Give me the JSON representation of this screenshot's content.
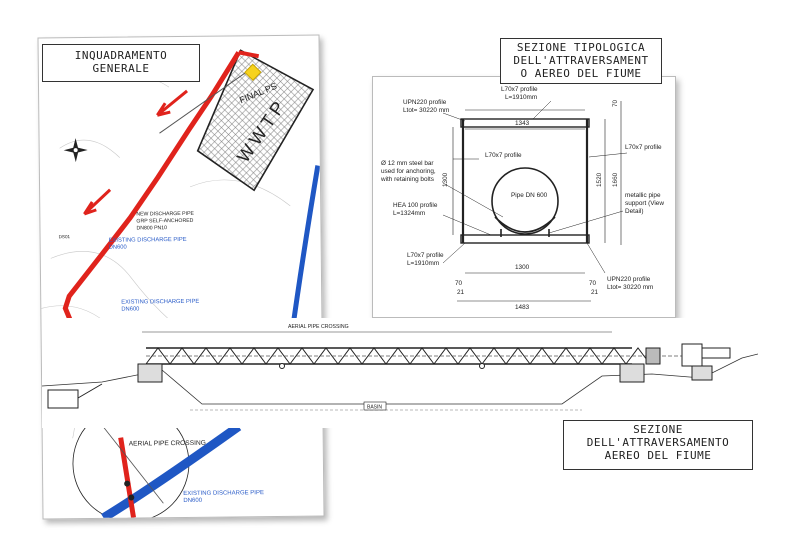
{
  "captions": {
    "map": [
      "INQUADRAMENTO",
      "GENERALE"
    ],
    "typical": [
      "SEZIONE TIPOLOGICA",
      "DELL'ATTRAVERSAMENT",
      "O AEREO DEL FIUME"
    ],
    "elevation": [
      "SEZIONE",
      "DELL'ATTRAVERSAMENTO",
      "AEREO DEL FIUME"
    ]
  },
  "map": {
    "final_ps": "FINAL PS",
    "wwtp": "WWTP",
    "new_pipe": [
      "NEW DISCHARGE PIPE",
      "GRP SELF-ANCHORED",
      "DN800 PN10"
    ],
    "existing_pipe_1": [
      "EXISTING DISCHARGE PIPE",
      "DN600"
    ],
    "existing_pipe_2": [
      "EXISTING DISCHARGE PIPE",
      "DN600"
    ],
    "existing_pipe_3": [
      "EXISTING DISCHARGE PIPE",
      "DN600"
    ],
    "aerial_crossing": "AERIAL PIPE CROSSING",
    "ds_label": "DS01",
    "colors": {
      "new_pipe": "#e0231c",
      "existing_pipe": "#1f57c4",
      "label_blue": "#2a5cc8"
    }
  },
  "section": {
    "upn_top": [
      "UPN220 profile",
      "Ltot= 30220 mm"
    ],
    "l70_top": [
      "L70x7 profile",
      "L=1910mm"
    ],
    "l70_right": "L70x7 profile",
    "l70_mid": "L70x7 profile",
    "steel_bar": [
      "Ø 12 mm steel bar",
      "used for anchoring,",
      "with retaining bolts"
    ],
    "pipe": "Pipe DN 600",
    "hea": [
      "HEA 100 profile",
      "L=1324mm"
    ],
    "l70_bottom": [
      "L70x7 profile",
      "L=1910mm"
    ],
    "support": [
      "metallic pipe",
      "support (View",
      "Detail)"
    ],
    "upn_bottom": [
      "UPN220 profile",
      "Ltot= 30220 mm"
    ],
    "dims": {
      "top_inner": "1343",
      "height_inner": "1300",
      "height_mid": "1520",
      "height_total": "1660",
      "top_off": "70",
      "bottom_inner": "1300",
      "bottom_total": "1483",
      "left_70": "70",
      "left_21": "21",
      "right_70": "70",
      "right_21": "21"
    }
  },
  "elevation": {
    "title": "AERIAL PIPE CROSSING",
    "box_label": "BASIN"
  }
}
